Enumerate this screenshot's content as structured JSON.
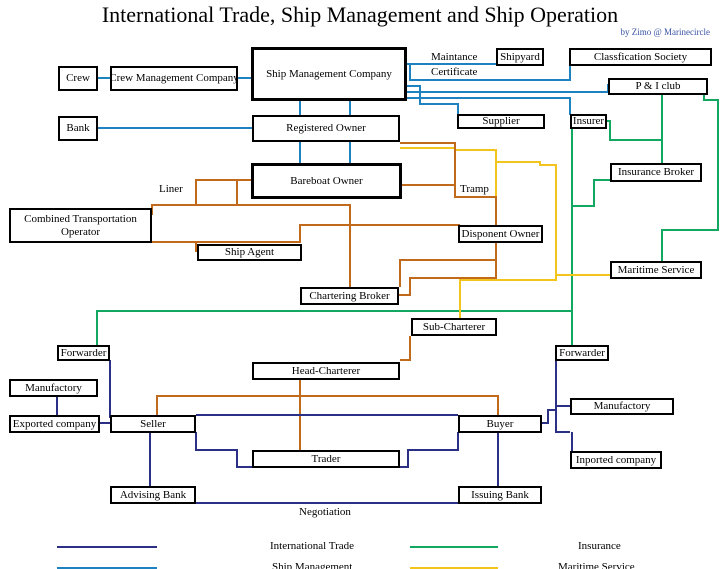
{
  "title": "International Trade, Ship Management and Ship Operation",
  "byline": "by Zimo @ Marinecircle",
  "nodes": {
    "crew": "Crew",
    "crew_company": "Crew Management Company",
    "ship_mgmt": "Ship Management Company",
    "shipyard": "Shipyard",
    "class_society": "Classfication Society",
    "pandi": "P & I club",
    "bank": "Bank",
    "registered_owner": "Registered Owner",
    "supplier": "Supplier",
    "insurer": "Insurer",
    "bareboat_owner": "Bareboat Owner",
    "insurance_broker": "Insurance Broker",
    "combined_transport": "Combined Transportation Operator",
    "ship_agent": "Ship Agent",
    "disponent_owner": "Disponent Owner",
    "maritime_service": "Maritime Service",
    "chartering_broker": "Chartering Broker",
    "sub_charterer": "Sub-Charterer",
    "forwarder_left": "Forwarder",
    "forwarder_right": "Forwarder",
    "head_charterer": "Head-Charterer",
    "manufactory_left": "Manufactory",
    "manufactory_right": "Manufactory",
    "exported_company": "Exported company",
    "seller": "Seller",
    "buyer": "Buyer",
    "trader": "Trader",
    "imported_company": "Inported company",
    "advising_bank": "Advising Bank",
    "issuing_bank": "Issuing Bank"
  },
  "edge_labels": {
    "maintance": "Maintance",
    "certificate": "Certificate",
    "liner": "Liner",
    "tramp": "Tramp",
    "negotiation": "Negotiation"
  },
  "colors": {
    "international_trade": "#2b2f86",
    "ship_management": "#1f82c0",
    "insurance": "#12a862",
    "maritime_service": "#f2c41c",
    "ship_operation": "#c26a1c"
  },
  "legend": [
    {
      "label": "International Trade",
      "color": "#2b2f86"
    },
    {
      "label": "Insurance",
      "color": "#12a862"
    },
    {
      "label": "Ship Management",
      "color": "#1f82c0"
    },
    {
      "label": "Maritime Service",
      "color": "#f2c41c"
    }
  ]
}
